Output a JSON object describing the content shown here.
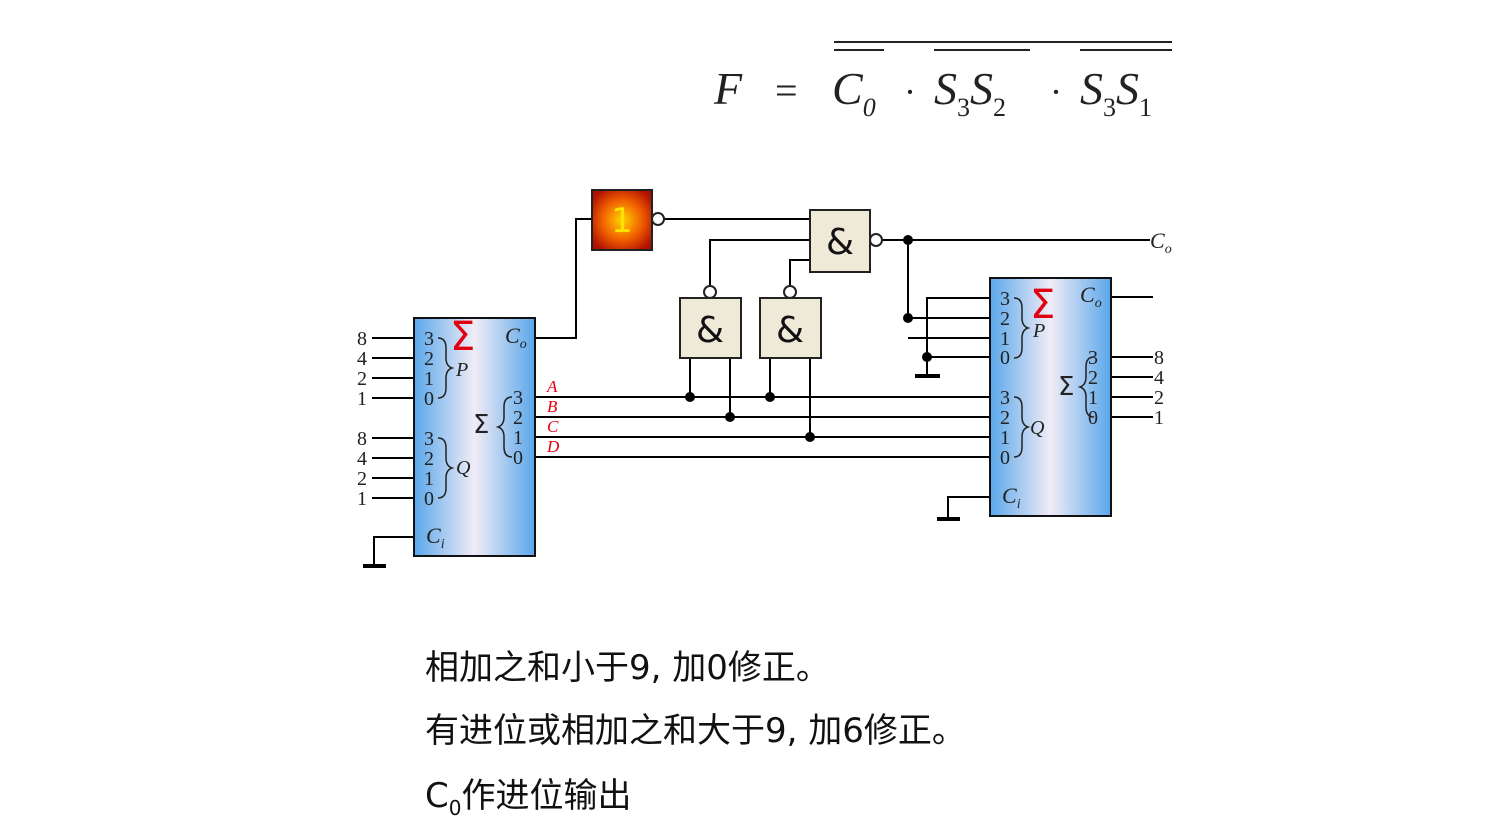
{
  "formula": {
    "lhs": "F",
    "eq": "=",
    "dot": "·",
    "terms": [
      {
        "main": "C",
        "sub": "0"
      },
      {
        "a": "S",
        "a_sub": "3",
        "b": "S",
        "b_sub": "2"
      },
      {
        "a": "S",
        "a_sub": "3",
        "b": "S",
        "b_sub": "1"
      }
    ]
  },
  "adder1": {
    "sigma": "Σ",
    "p_label": "P",
    "q_label": "Q",
    "co_label": "C",
    "co_sub": "o",
    "ci_label": "C",
    "ci_sub": "i",
    "pin_numbers": [
      "3",
      "2",
      "1",
      "0"
    ],
    "p_weights": [
      "8",
      "4",
      "2",
      "1"
    ],
    "q_weights": [
      "8",
      "4",
      "2",
      "1"
    ],
    "sum_sigma": "Σ",
    "sum_pins": [
      "3",
      "2",
      "1",
      "0"
    ],
    "output_names": [
      "A",
      "B",
      "C",
      "D"
    ]
  },
  "adder2": {
    "sigma": "Σ",
    "p_label": "P",
    "q_label": "Q",
    "co_label": "C",
    "co_sub": "o",
    "ci_label": "C",
    "ci_sub": "i",
    "pin_numbers": [
      "3",
      "2",
      "1",
      "0"
    ],
    "sum_sigma": "Σ",
    "sum_pins": [
      "3",
      "2",
      "1",
      "0"
    ],
    "out_weights": [
      "8",
      "4",
      "2",
      "1"
    ]
  },
  "gates": {
    "not_label": "1",
    "nand_label": "&",
    "and1_label": "&",
    "and2_label": "&"
  },
  "co_output": {
    "label": "C",
    "sub": "o"
  },
  "notes": {
    "line1": "相加之和小于9, 加0修正。",
    "line2": "有进位或相加之和大于9, 加6修正。",
    "line3_main": "C",
    "line3_sub": "0",
    "line3_rest": "作进位输出"
  },
  "colors": {
    "accent_red": "#e0000f",
    "gate_fill": "#efe9d8",
    "not_gate_core": "#ffcc00",
    "not_gate_edge": "#b01000"
  }
}
